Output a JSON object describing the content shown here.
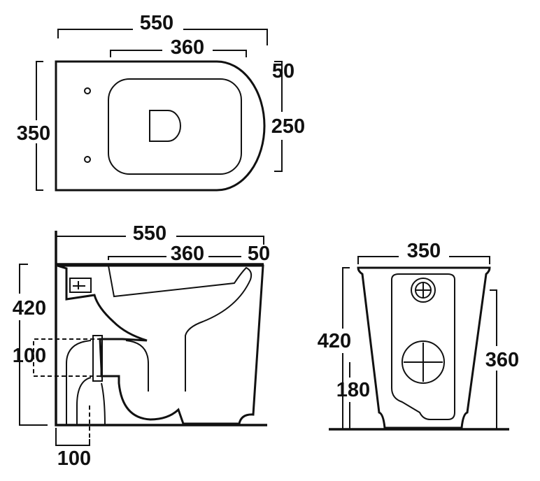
{
  "top_view": {
    "overall_length": "550",
    "bowl_length": "360",
    "rim_offset": "50",
    "bowl_width": "250",
    "overall_width": "350"
  },
  "side_view": {
    "overall_length": "550",
    "bowl_length": "360",
    "rim_offset": "50",
    "height": "420",
    "outlet_height": "100",
    "outlet_distance": "100"
  },
  "front_view": {
    "width": "350",
    "height": "420",
    "outlet_center_height": "180",
    "inlet_height": "360"
  }
}
